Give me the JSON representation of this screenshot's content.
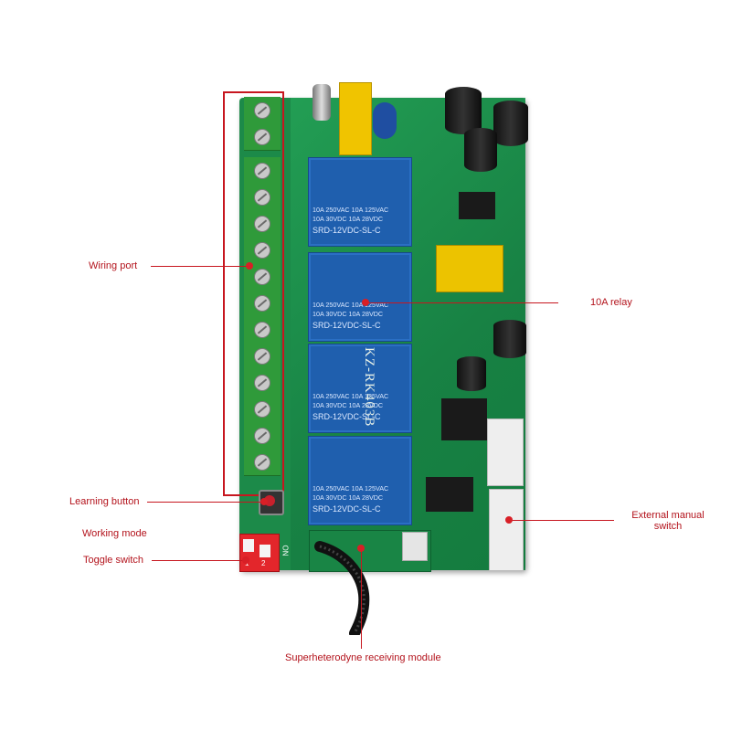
{
  "labels": {
    "wiring_port": "Wiring port",
    "relay": "10A relay",
    "learning_button": "Learning button",
    "working_mode": "Working mode",
    "toggle_switch": "Toggle switch",
    "external_switch_line1": "External manual",
    "external_switch_line2": "switch",
    "receiver_module": "Superheterodyne receiving module"
  },
  "relay_text": {
    "line1": "10A 250VAC  10A 125VAC",
    "line2": "10A 30VDC  10A 28VDC",
    "model": "SRD-12VDC-SL-C"
  },
  "board_marking": "KZ-RK403B",
  "dip_switch_on": "ON",
  "dip_switch_positions": [
    "1",
    "2"
  ],
  "colors": {
    "pcb": "#1f8a4a",
    "relay": "#1f5fae",
    "callout": "#c7161f",
    "terminal": "#2f9a3a",
    "dip": "#e3262b"
  }
}
